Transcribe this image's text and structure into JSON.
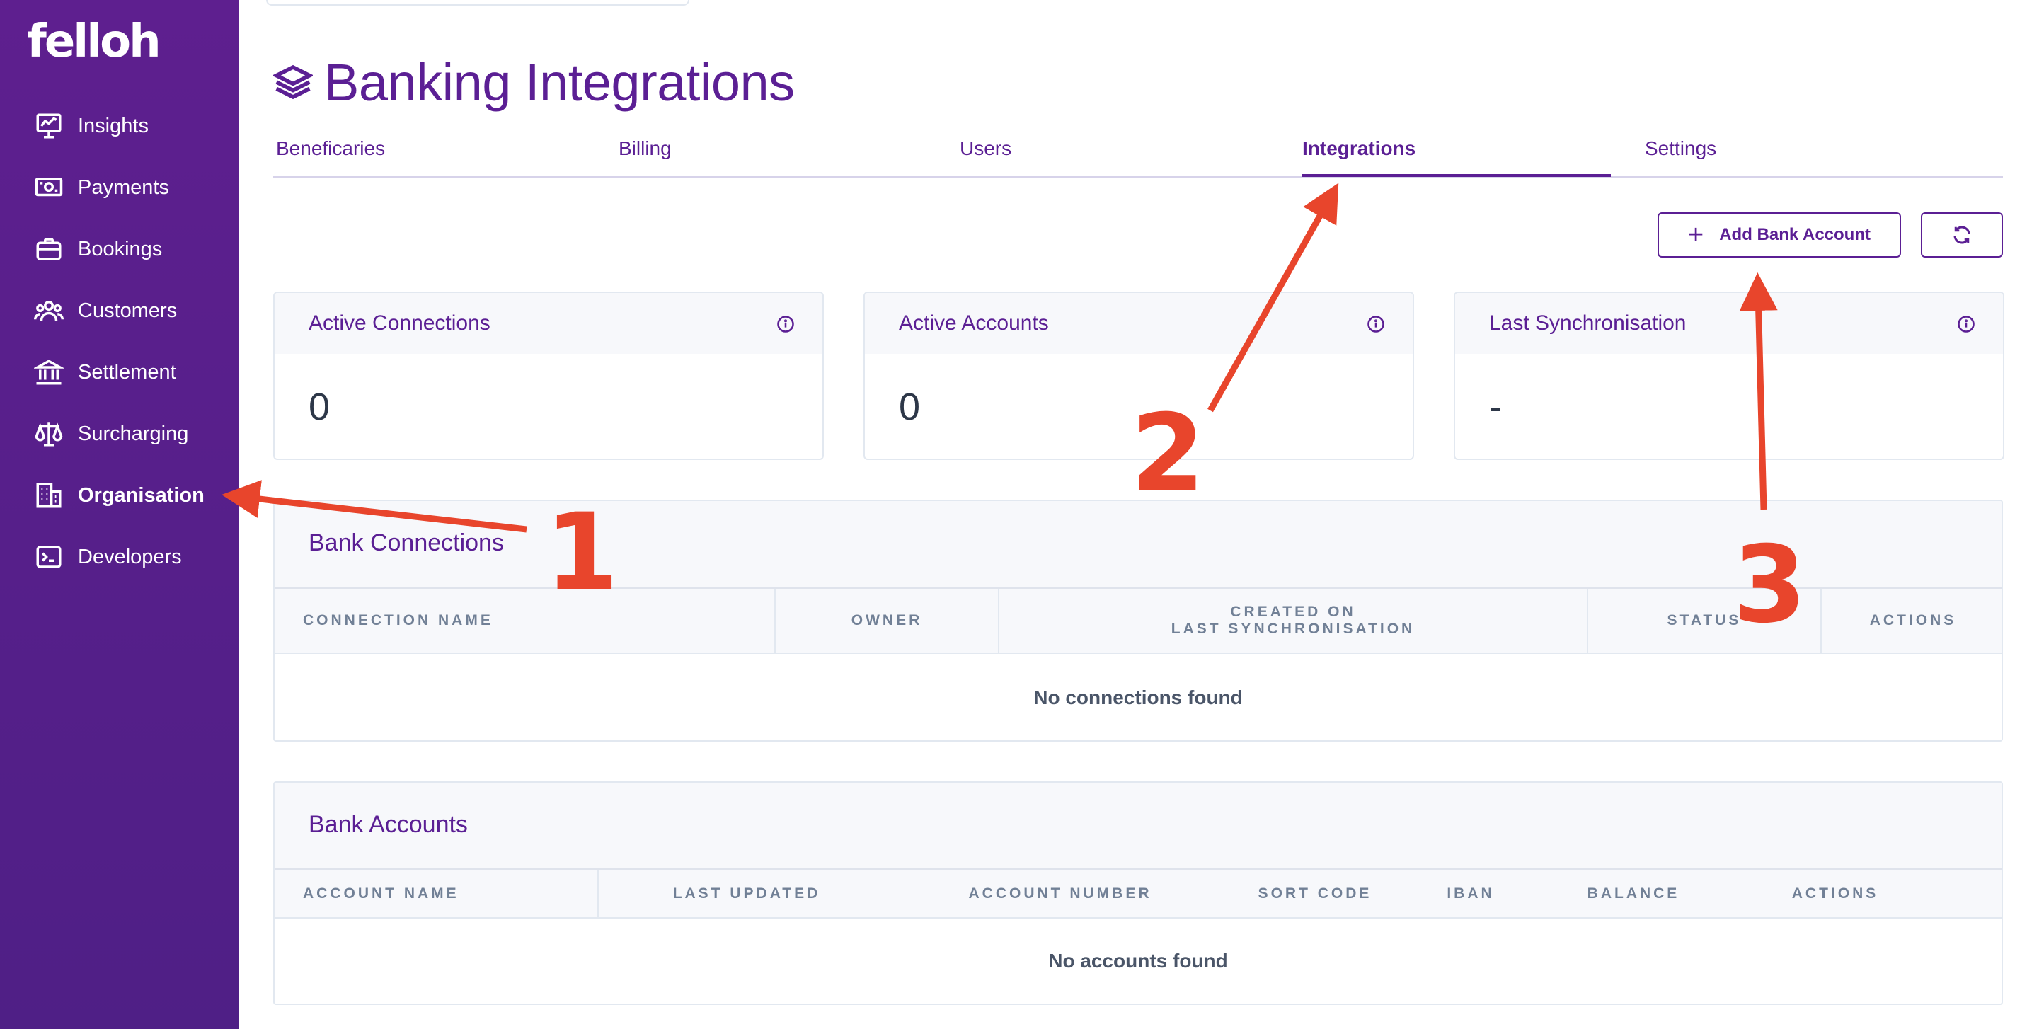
{
  "brand": {
    "logo": "felloh"
  },
  "sidebar": {
    "items": [
      {
        "label": "Insights",
        "icon": "chart-board-icon"
      },
      {
        "label": "Payments",
        "icon": "banknote-icon"
      },
      {
        "label": "Bookings",
        "icon": "briefcase-icon"
      },
      {
        "label": "Customers",
        "icon": "users-icon"
      },
      {
        "label": "Settlement",
        "icon": "bank-building-icon"
      },
      {
        "label": "Surcharging",
        "icon": "scales-icon"
      },
      {
        "label": "Organisation",
        "icon": "office-building-icon",
        "active": true
      },
      {
        "label": "Developers",
        "icon": "terminal-icon"
      }
    ]
  },
  "page": {
    "title": "Banking Integrations",
    "icon": "layers-icon"
  },
  "tabs": [
    {
      "label": "Beneficaries"
    },
    {
      "label": "Billing"
    },
    {
      "label": "Users"
    },
    {
      "label": "Integrations",
      "active": true
    },
    {
      "label": "Settings"
    }
  ],
  "actions": {
    "add_bank_account": "Add Bank Account",
    "refresh_icon": "refresh-icon"
  },
  "stats": [
    {
      "title": "Active Connections",
      "value": "0"
    },
    {
      "title": "Active Accounts",
      "value": "0"
    },
    {
      "title": "Last Synchronisation",
      "value": "-"
    }
  ],
  "bank_connections": {
    "title": "Bank Connections",
    "columns": [
      "CONNECTION NAME",
      "OWNER",
      "CREATED ON",
      "LAST SYNCHRONISATION",
      "STATUS",
      "ACTIONS"
    ],
    "empty": "No connections found"
  },
  "bank_accounts": {
    "title": "Bank Accounts",
    "columns": [
      "ACCOUNT NAME",
      "LAST UPDATED",
      "ACCOUNT NUMBER",
      "SORT CODE",
      "IBAN",
      "BALANCE",
      "ACTIONS"
    ],
    "empty": "No accounts found"
  },
  "annotations": {
    "one": "1",
    "two": "2",
    "three": "3",
    "color": "#e8452c"
  },
  "colors": {
    "brand": "#5b1f94",
    "sidebar": "#5e1f8f"
  }
}
